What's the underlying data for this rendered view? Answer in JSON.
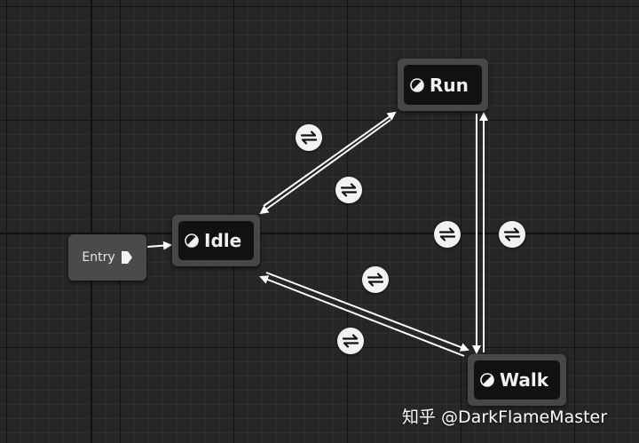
{
  "graph": {
    "entry_label": "Entry",
    "states": {
      "run": "Run",
      "idle": "Idle",
      "walk": "Walk"
    }
  },
  "colors": {
    "background": "#262626",
    "node": "#474747",
    "node_inner": "#111111",
    "wire": "#ffffff",
    "transition_icon": "#f2f2f2"
  },
  "icons": {
    "state": "half-circle-icon",
    "entry": "pentagon-arrow-icon",
    "transition": "transition-arrows-icon"
  },
  "watermark": {
    "text": "知乎 @DarkFlameMaster"
  }
}
